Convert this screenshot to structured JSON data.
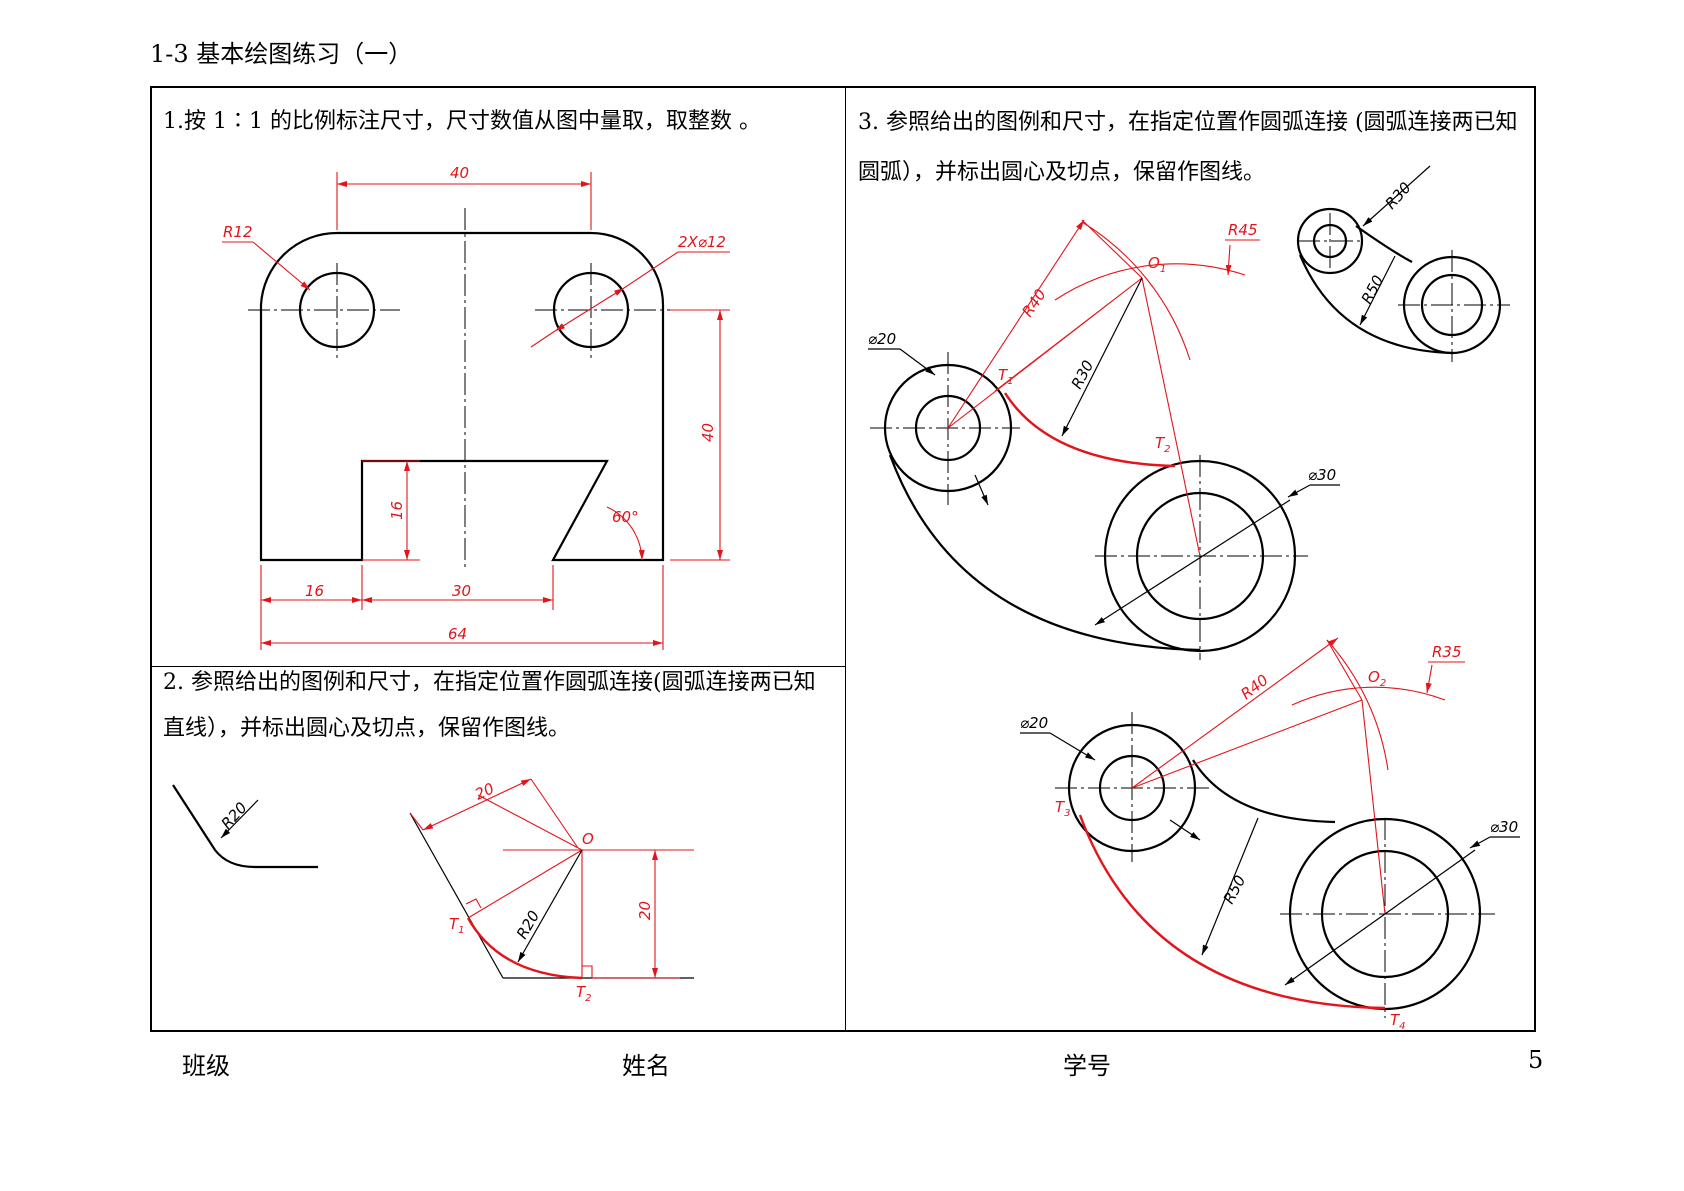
{
  "header": {
    "title": "1-3   基本绘图练习（一）"
  },
  "tasks": {
    "t1": "1.按 1∶1 的比例标注尺寸，尺寸数值从图中量取，取整数 。",
    "t2": "2. 参照给出的图例和尺寸，在指定位置作圆弧连接(圆弧连接两已知直线），并标出圆心及切点，保留作图线。",
    "t3": "3. 参照给出的图例和尺寸，在指定位置作圆弧连接 (圆弧连接两已知圆弧），并标出圆心及切点，保留作图线。"
  },
  "dims1": {
    "d40top": "40",
    "r12": "R12",
    "holes": "2X⌀12",
    "d40right": "40",
    "d16v": "16",
    "a60": "60°",
    "d16": "16",
    "d30": "30",
    "d64": "64"
  },
  "dims2": {
    "r20ex": "R20",
    "d20": "20",
    "o": "O",
    "t1": "T",
    "t1s": "1",
    "r20": "R20",
    "d20v": "20",
    "t2": "T",
    "t2s": "2"
  },
  "dims3": {
    "r30ex": "R30",
    "r50ex": "R50",
    "r40": "R40",
    "o1": "O",
    "o1s": "1",
    "r45": "R45",
    "phi20": "⌀20",
    "t1": "T",
    "t1s": "1",
    "r30": "R30",
    "t2": "T",
    "t2s": "2",
    "phi30": "⌀30",
    "r40b": "R40",
    "o2": "O",
    "o2s": "2",
    "r35": "R35",
    "phi20b": "⌀20",
    "t3": "T",
    "t3s": "3",
    "r50": "R50",
    "phi30b": "⌀30",
    "t4": "T",
    "t4s": "4"
  },
  "footer": {
    "class": "班级",
    "name": "姓名",
    "id": "学号",
    "page": "5"
  },
  "colors": {
    "dimension": "#e3141b",
    "outline": "#000000"
  }
}
